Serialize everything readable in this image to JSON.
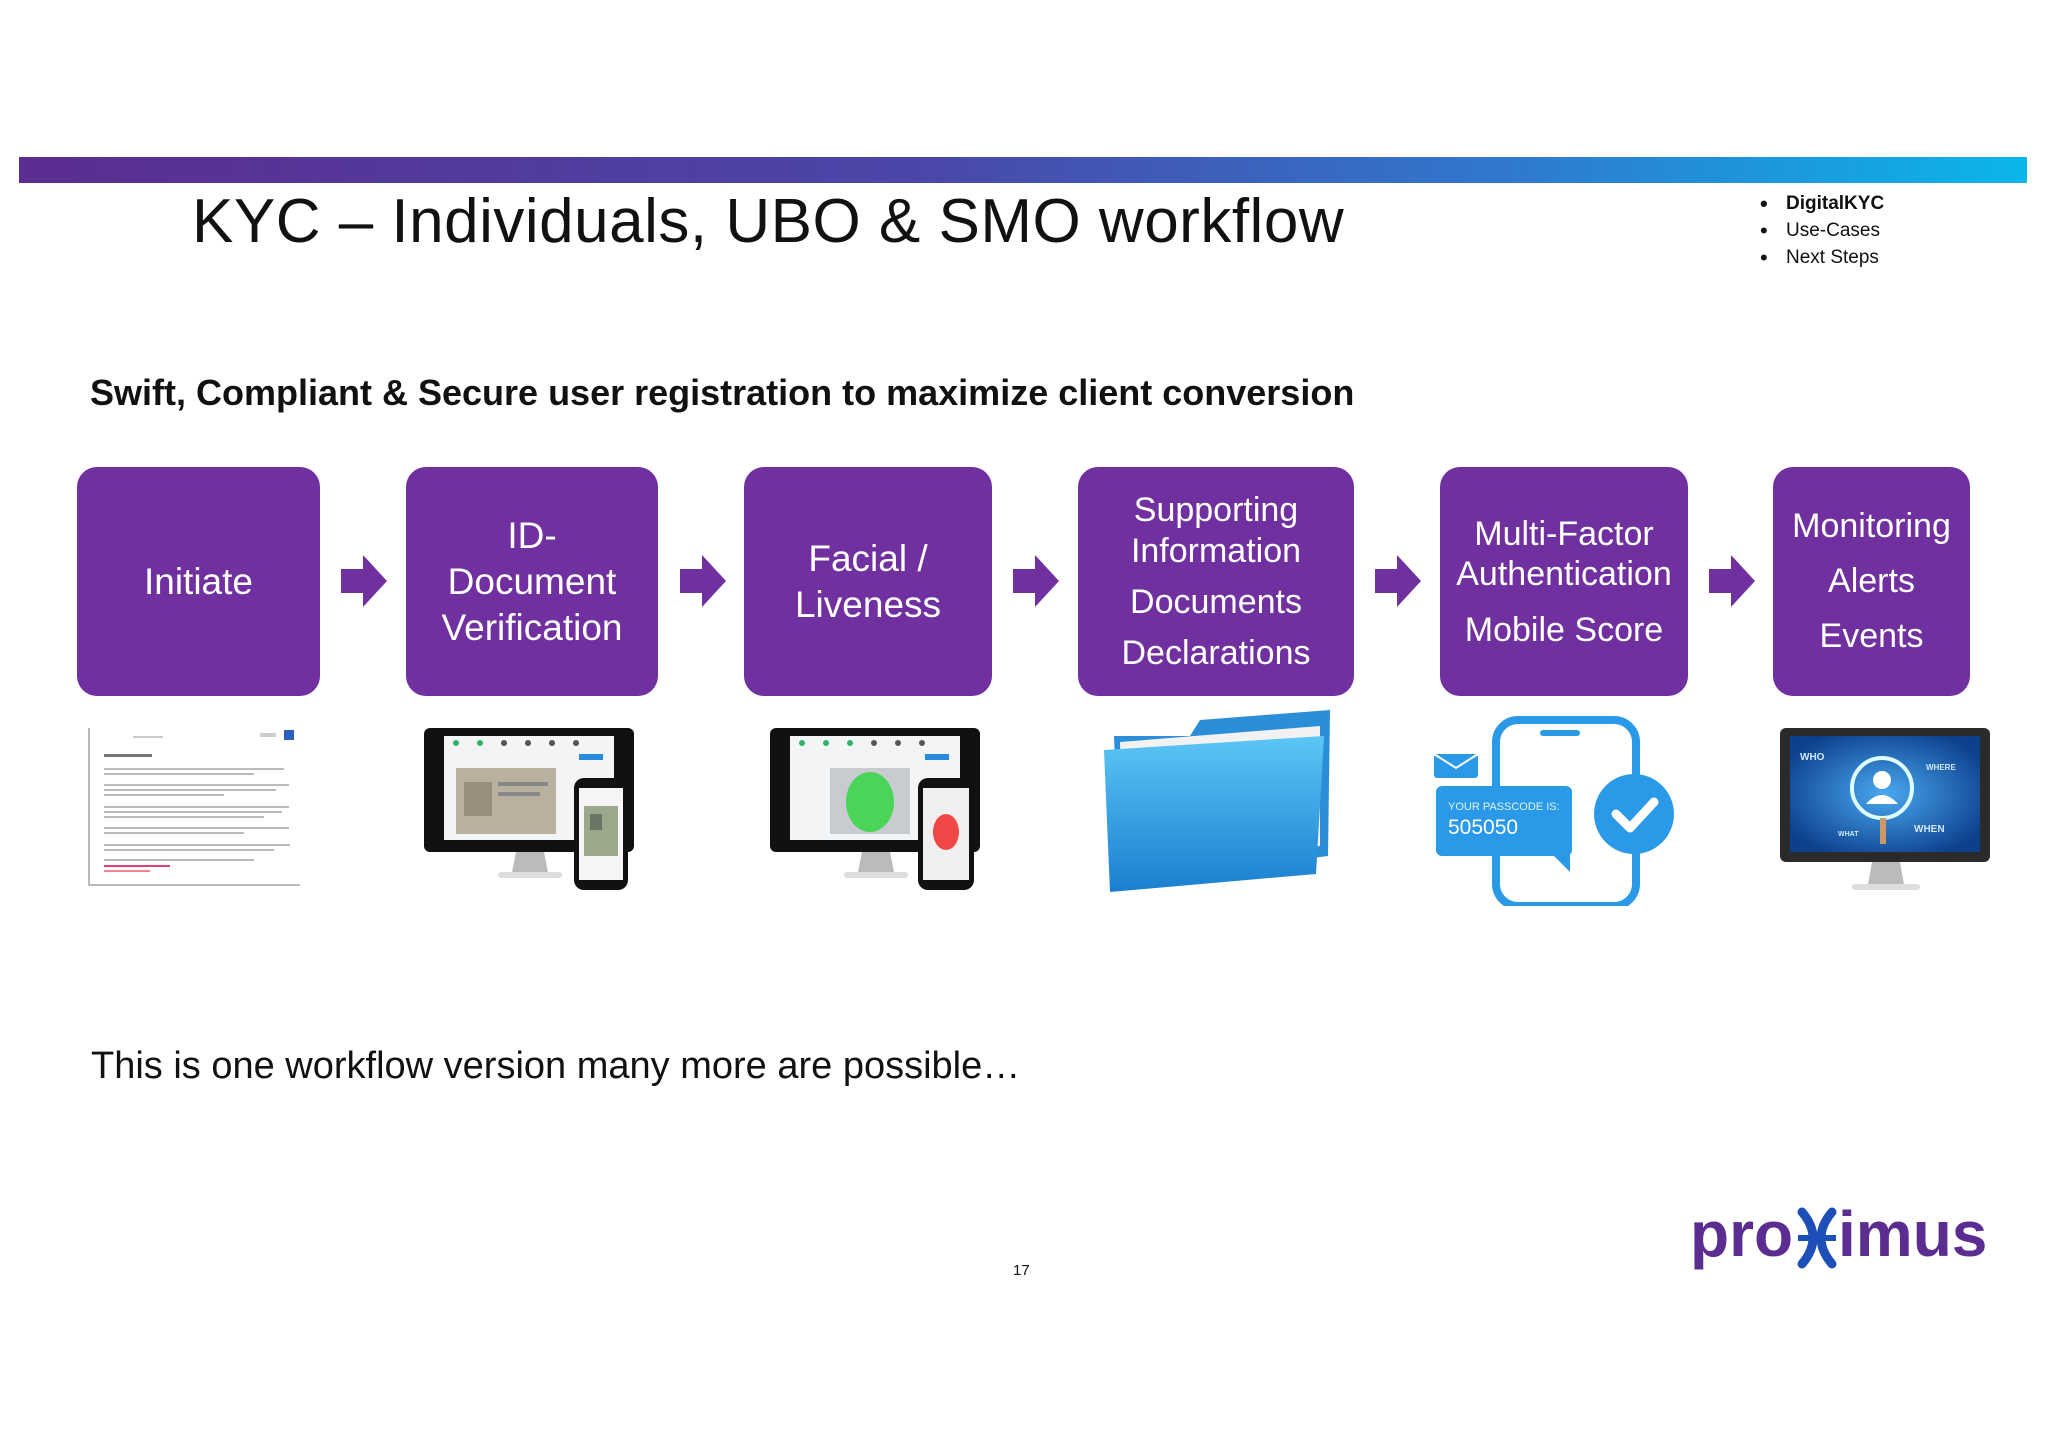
{
  "slide": {
    "title": "KYC – Individuals, UBO & SMO workflow",
    "subtitle": "Swift, Compliant & Secure user registration to maximize client conversion",
    "footnote": "This is one workflow version many more are possible…",
    "page_number": "17"
  },
  "nav": {
    "items": [
      {
        "label": "DigitalKYC",
        "active": true
      },
      {
        "label": "Use-Cases",
        "active": false
      },
      {
        "label": "Next Steps",
        "active": false
      }
    ]
  },
  "steps": [
    {
      "lines": [
        "Initiate"
      ]
    },
    {
      "lines": [
        "ID-",
        "Document",
        "Verification"
      ]
    },
    {
      "lines": [
        "Facial /",
        "Liveness"
      ]
    },
    {
      "lines": [
        "Supporting",
        "Information",
        "",
        "Documents",
        "",
        "Declarations"
      ]
    },
    {
      "lines": [
        "Multi-Factor",
        "Authentication",
        "",
        "Mobile Score"
      ]
    },
    {
      "lines": [
        "Monitoring",
        "Alerts",
        "Events"
      ]
    }
  ],
  "thumbnails": {
    "passcode_label": "YOUR PASSCODE IS:",
    "passcode_value": "505050",
    "monitor_words": [
      "WHO",
      "WHERE",
      "WHAT",
      "WHEN"
    ]
  },
  "logo": {
    "text": "proximus"
  },
  "colors": {
    "accent": "#7030a0",
    "brand": "#5c2d91"
  }
}
